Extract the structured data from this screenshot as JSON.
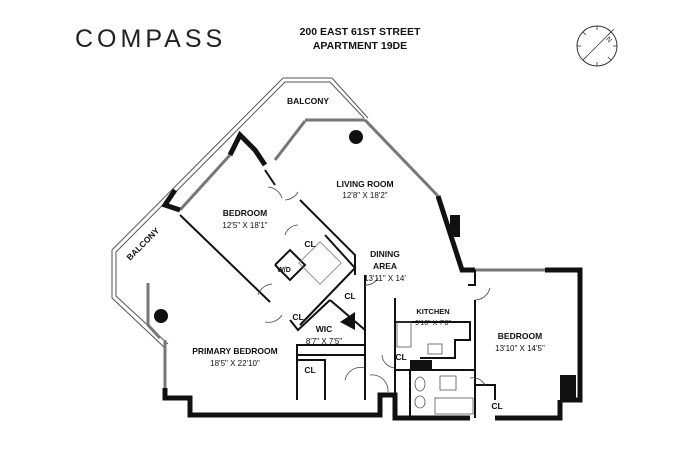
{
  "header": {
    "logo": "COMPASS",
    "address_line1": "200 EAST 61ST STREET",
    "address_line2": "APARTMENT 19DE",
    "compass_icon": "north-arrow"
  },
  "rooms": {
    "balcony_top": {
      "label": "BALCONY"
    },
    "balcony_left": {
      "label": "BALCONY"
    },
    "living_room": {
      "label": "LIVING ROOM",
      "dims": "12'8\" X 18'2\""
    },
    "bedroom_1": {
      "label": "BEDROOM",
      "dims": "12'5\" X 18'1\""
    },
    "closet_1": {
      "label": "CL"
    },
    "washer_dryer": {
      "label": "W/D"
    },
    "closet_2": {
      "label": "CL"
    },
    "closet_3": {
      "label": "CL"
    },
    "wic": {
      "label": "WIC",
      "dims": "8'7\" X 7'5\""
    },
    "closet_4": {
      "label": "CL"
    },
    "primary_bedroom": {
      "label": "PRIMARY BEDROOM",
      "dims": "18'5\" X 22'10\""
    },
    "dining_area": {
      "label_line1": "DINING",
      "label_line2": "AREA",
      "dims": "13'11\" X 14'"
    },
    "kitchen": {
      "label": "KITCHEN",
      "dims": "9'10\" X 7'8\""
    },
    "closet_5": {
      "label": "CL"
    },
    "bedroom_2": {
      "label": "BEDROOM",
      "dims": "13'10\" X 14'5\""
    },
    "closet_6": {
      "label": "CL"
    }
  }
}
